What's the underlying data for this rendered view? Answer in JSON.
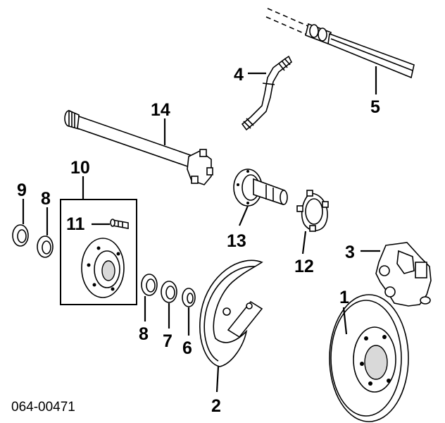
{
  "diagram": {
    "part_number": "064-00471",
    "callouts": {
      "c1": "1",
      "c2": "2",
      "c3": "3",
      "c4": "4",
      "c5": "5",
      "c6": "6",
      "c7": "7",
      "c8a": "8",
      "c8b": "8",
      "c9": "9",
      "c10": "10",
      "c11": "11",
      "c12": "12",
      "c13": "13",
      "c14": "14"
    }
  }
}
